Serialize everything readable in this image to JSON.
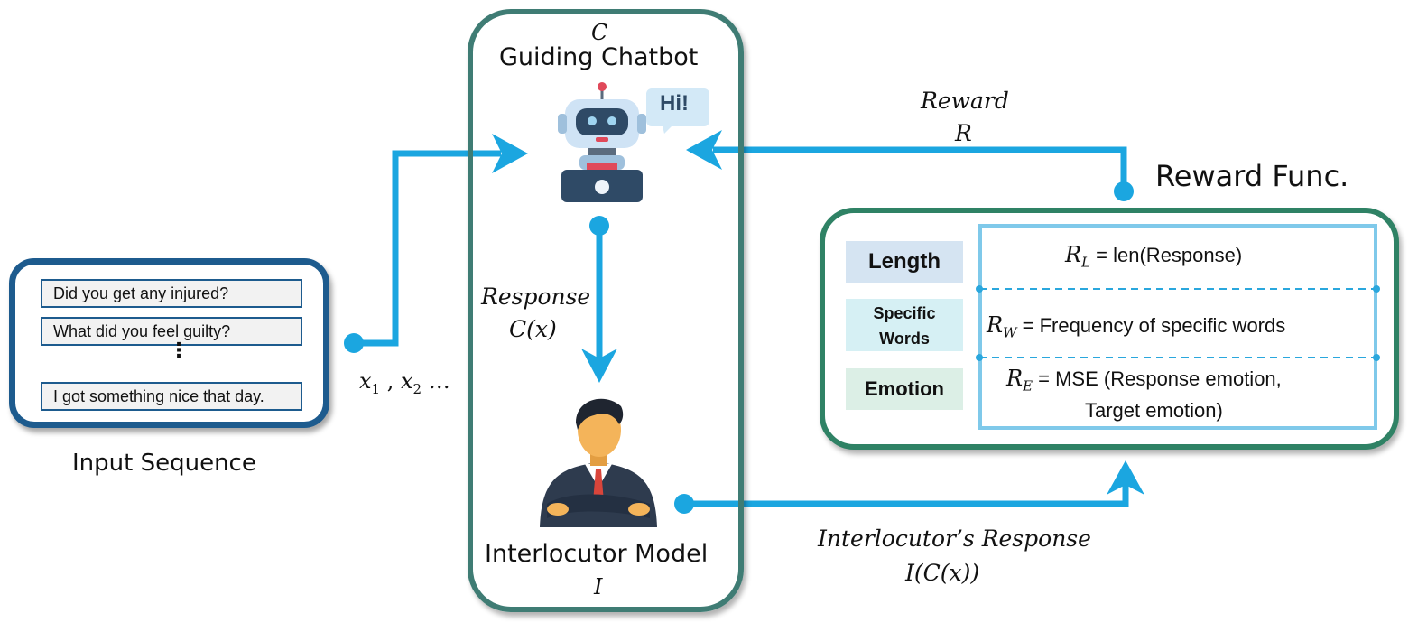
{
  "input_sequence": {
    "title": "Input Sequence",
    "items": [
      "Did you get any injured?",
      "What did you feel guilty?",
      "I got something nice that day."
    ],
    "ellipsis": "⋮"
  },
  "input_var": {
    "x1": "x",
    "sub1": "1",
    "sep": " , ",
    "x2": "x",
    "sub2": "2",
    "tail": " …"
  },
  "chatbot": {
    "symbol": "C",
    "title": "Guiding Chatbot",
    "bubble": "Hi!"
  },
  "response": {
    "label": "Response",
    "expr": "C(x)"
  },
  "interlocutor": {
    "title": "Interlocutor Model",
    "symbol": "I"
  },
  "reward": {
    "label": "Reward",
    "symbol": "R",
    "func_title": "Reward Func."
  },
  "interlocutor_response": {
    "label": "Interlocutor’s Response",
    "expr": "I(C(x))"
  },
  "reward_rows": [
    {
      "tag": "Length",
      "tag_color": "#d5e4f2",
      "lhs": "R",
      "sub": "L",
      "rhs": " = len(Response)"
    },
    {
      "tag": "Specific Words",
      "tag_color": "#d6f0f4",
      "lhs": "R",
      "sub": "W",
      "rhs": " = Frequency of specific words"
    },
    {
      "tag": "Emotion",
      "tag_color": "#dcefe6",
      "lhs": "R",
      "sub": "E",
      "rhs": " = MSE (Response emotion,",
      "rhs2": "Target emotion)"
    }
  ],
  "colors": {
    "arrow": "#1ba6e0",
    "input_border": "#1d5b8e",
    "center_border": "#3f7c74",
    "reward_border": "#2f8265",
    "table_border": "#7fc9ea"
  }
}
